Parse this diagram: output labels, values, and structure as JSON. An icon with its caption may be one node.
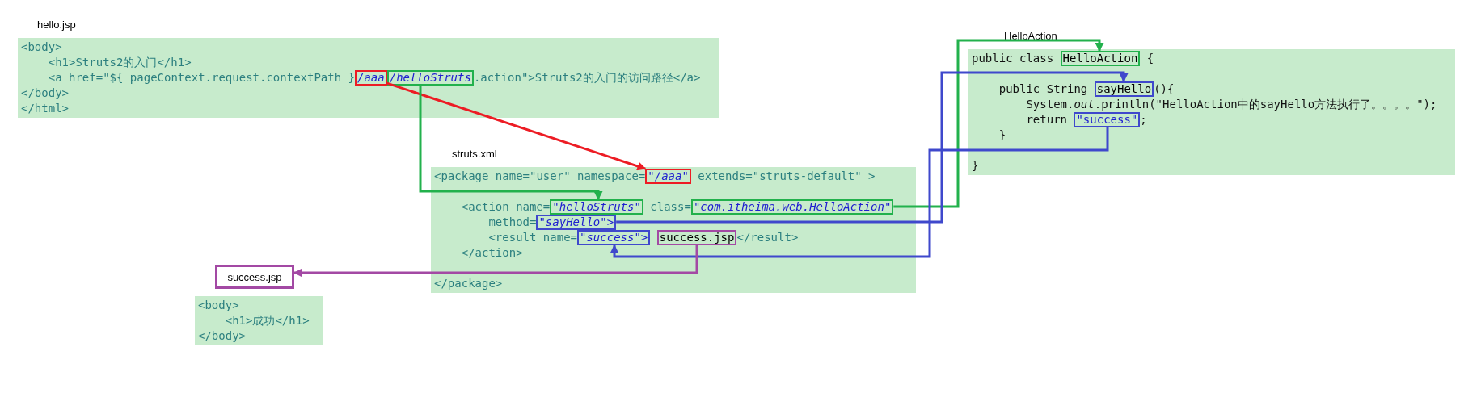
{
  "diagram": {
    "nodes": [
      {
        "text": [
          "hello.jsp",
          "<body>",
          "<h1>Struts2的入门</h1>",
          "<a href=\"${ pageContext.request.contextPath }",
          ".action\">Struts2的入门的访问路径</a>",
          "</body>",
          "</html>"
        ]
      },
      {
        "text": [
          "/aaa"
        ],
        "in": 0
      },
      {
        "text": [
          "/helloStruts"
        ],
        "in": 0
      },
      {
        "text": [
          "struts.xml",
          "<package name=\"user\" namespace=",
          "extends=\"struts-default\" >",
          "<action name=",
          "class=",
          "method=",
          "<result name=",
          "</result>",
          "</action>",
          "</package>"
        ]
      },
      {
        "text": [
          "\"/aaa\""
        ],
        "in": 3
      },
      {
        "text": [
          "\"helloStruts\""
        ],
        "in": 3
      },
      {
        "text": [
          "\"com.itheima.web.HelloAction\""
        ],
        "in": 3
      },
      {
        "text": [
          "\"sayHello\">"
        ],
        "in": 3
      },
      {
        "text": [
          "\"success\">"
        ],
        "in": 3
      },
      {
        "text": [
          "success.jsp"
        ],
        "in": 3
      },
      {
        "text": [
          "HelloAction",
          "public class",
          "{",
          "public String",
          "(){",
          "System.*out*.println(\"HelloAction中的sayHello方法执行了。。。。\");",
          "return",
          ";",
          "}",
          "}"
        ]
      },
      {
        "text": [
          "HelloAction"
        ],
        "in": 10
      },
      {
        "text": [
          "sayHello"
        ],
        "in": 10
      },
      {
        "text": [
          "\"success\""
        ],
        "in": 10
      },
      {
        "text": [
          "success.jsp"
        ]
      },
      {
        "text": [
          "<body>",
          "<h1>成功</h1>",
          "</body>"
        ]
      }
    ],
    "edges": [
      {
        "from": 1,
        "to": 4,
        "arrow": "to",
        "color": "#ed1c24"
      },
      {
        "from": 2,
        "to": 5,
        "arrow": "to",
        "color": "#22b14c"
      },
      {
        "from": 6,
        "to": 11,
        "arrow": "to",
        "color": "#22b14c"
      },
      {
        "from": 7,
        "to": 12,
        "arrow": "to",
        "color": "#3f48cc"
      },
      {
        "from": 13,
        "to": 8,
        "arrow": "to",
        "color": "#3f48cc"
      },
      {
        "from": 9,
        "to": 14,
        "arrow": "to",
        "color": "#a349a4"
      }
    ]
  }
}
